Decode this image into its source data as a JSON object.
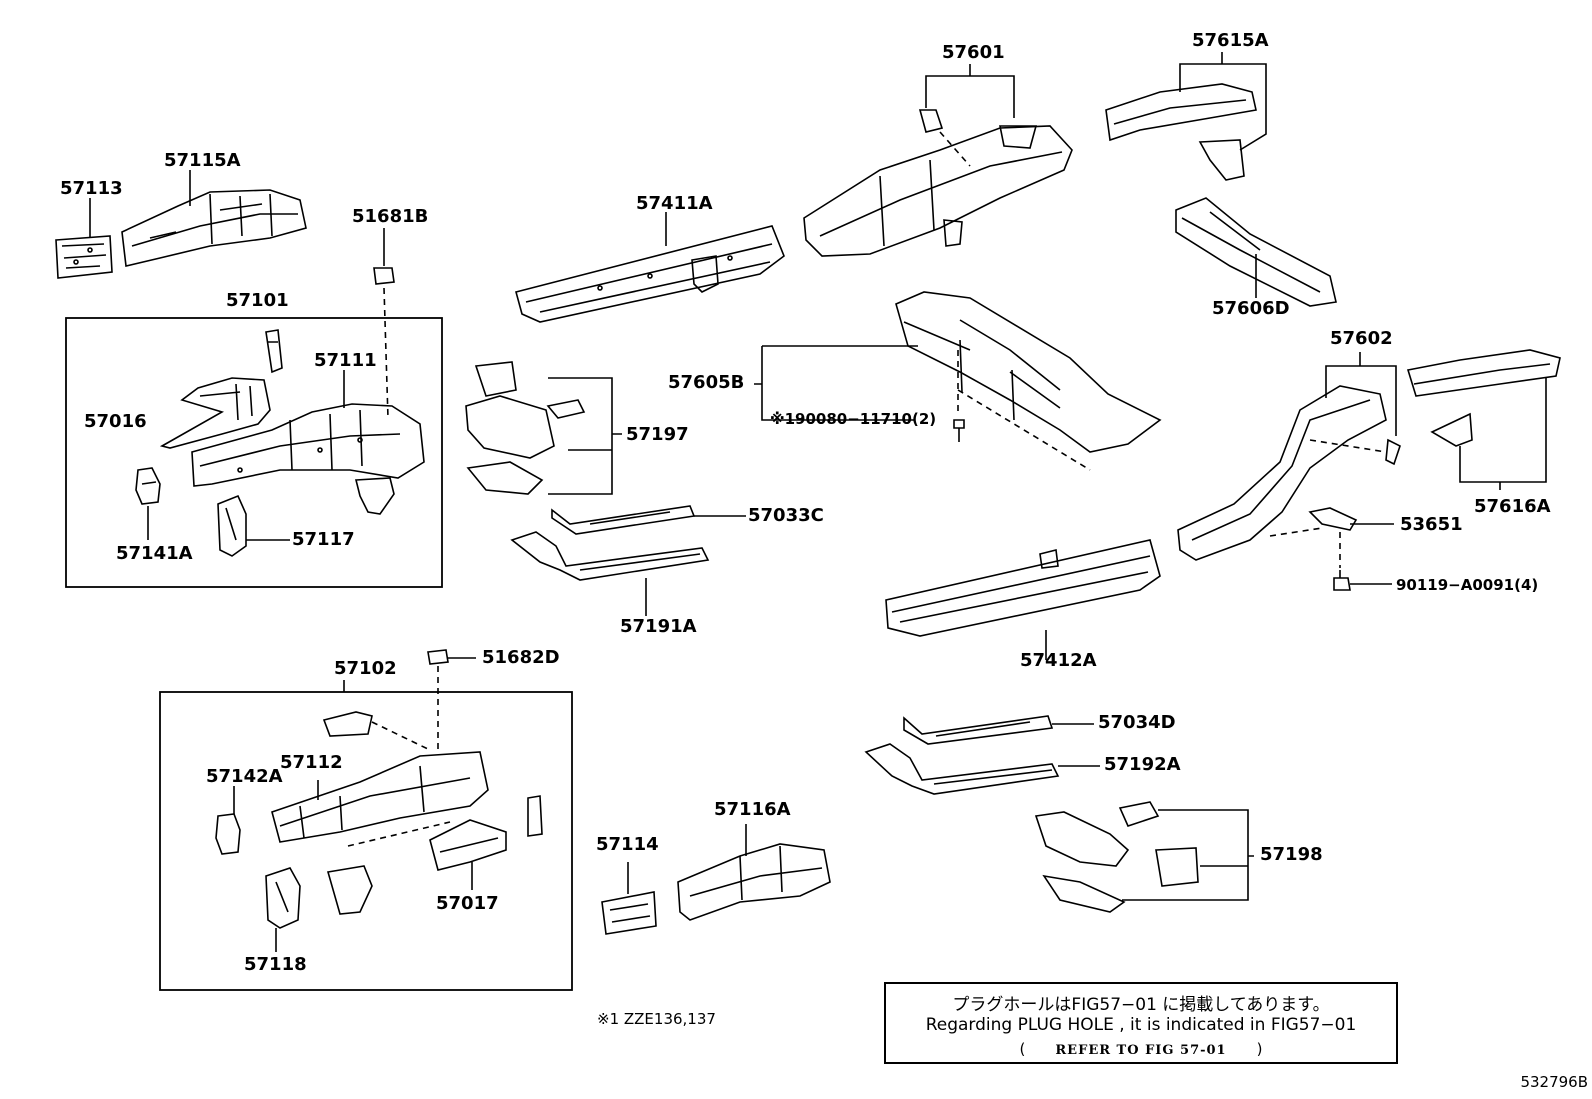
{
  "labels": {
    "p57113": "57113",
    "p57115A": "57115A",
    "p51681B": "51681B",
    "p57101": "57101",
    "p57111": "57111",
    "p57016": "57016",
    "p57141A": "57141A",
    "p57117": "57117",
    "p57411A": "57411A",
    "p57197": "57197",
    "p57033C": "57033C",
    "p57191A": "57191A",
    "p57601": "57601",
    "p57615A": "57615A",
    "p57606D": "57606D",
    "p57605B": "57605B",
    "p190080": "※190080−11710(2)",
    "p57602": "57602",
    "p57616A": "57616A",
    "p53651": "53651",
    "p90119": "90119−A0091(4)",
    "p57412A": "57412A",
    "p51682D": "51682D",
    "p57102": "57102",
    "p57142A": "57142A",
    "p57112": "57112",
    "p57017": "57017",
    "p57118": "57118",
    "p57114": "57114",
    "p57116A": "57116A",
    "p57034D": "57034D",
    "p57192A": "57192A",
    "p57198": "57198"
  },
  "note": {
    "line1": "プラグホールはFIG57−01 に掲載してあります。",
    "line2": "Regarding  PLUG HOLE , it is indicated  in  FIG57−01",
    "line3_open": "(",
    "line3_text": "REFER TO FIG 57-01",
    "line3_close": ")"
  },
  "footnote": "※1 ZZE136,137",
  "figure_id": "532796B"
}
